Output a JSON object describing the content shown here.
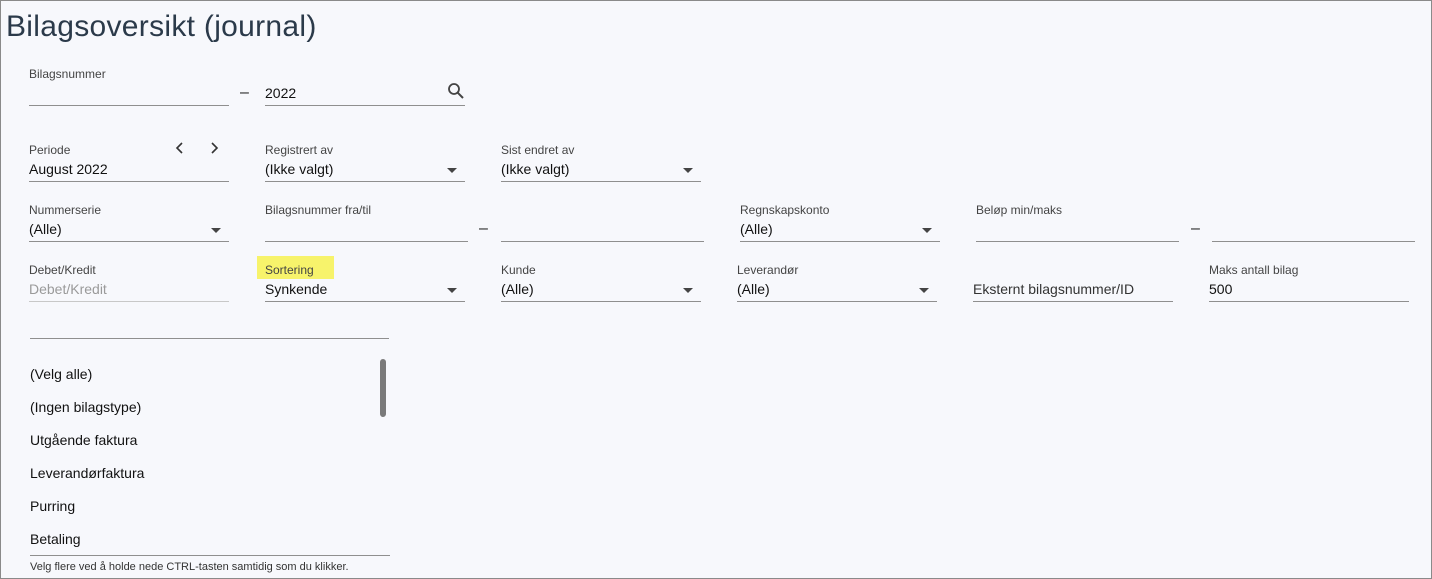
{
  "page": {
    "title": "Bilagsoversikt (journal)"
  },
  "bilagsnummer": {
    "label": "Bilagsnummer",
    "value": "",
    "year": "2022",
    "dash": "–"
  },
  "periode": {
    "label": "Periode",
    "value": "August 2022"
  },
  "registrert_av": {
    "label": "Registrert av",
    "value": "(Ikke valgt)"
  },
  "sist_endret_av": {
    "label": "Sist endret av",
    "value": "(Ikke valgt)"
  },
  "nummerserie": {
    "label": "Nummerserie",
    "value": "(Alle)"
  },
  "bilagsnummer_fra_til": {
    "label": "Bilagsnummer fra/til",
    "from": "",
    "to": "",
    "dash": "–"
  },
  "regnskapskonto": {
    "label": "Regnskapskonto",
    "value": "(Alle)"
  },
  "belop": {
    "label": "Beløp min/maks",
    "min": "",
    "max": "",
    "dash": "–"
  },
  "debet_kredit": {
    "label": "Debet/Kredit",
    "placeholder": "Debet/Kredit"
  },
  "sortering": {
    "label": "Sortering",
    "value": "Synkende",
    "highlight_color": "#f7f36b"
  },
  "kunde": {
    "label": "Kunde",
    "value": "(Alle)"
  },
  "leverandor": {
    "label": "Leverandør",
    "value": "(Alle)"
  },
  "eksternt": {
    "placeholder": "Eksternt bilagsnummer/ID"
  },
  "maks_antall": {
    "label": "Maks antall bilag",
    "value": "500"
  },
  "bilagstype_list": {
    "filter_value": "",
    "items": [
      "(Velg alle)",
      "(Ingen bilagstype)",
      "Utgående faktura",
      "Leverandørfaktura",
      "Purring",
      "Betaling"
    ],
    "hint": "Velg flere ved å holde nede CTRL-tasten samtidig som du klikker."
  }
}
